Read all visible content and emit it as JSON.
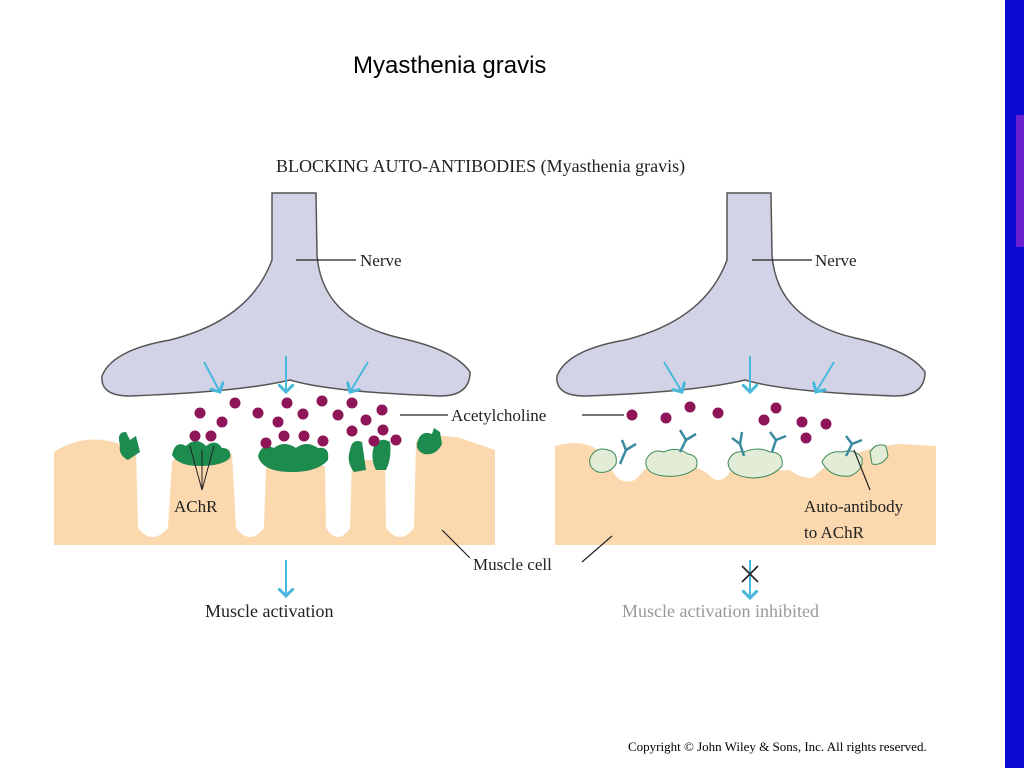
{
  "slide": {
    "title": "Myasthenia gravis",
    "copyright": "Copyright © John Wiley & Sons, Inc. All rights reserved."
  },
  "figure": {
    "heading": "BLOCKING AUTO-ANTIBODIES (Myasthenia gravis)",
    "left_panel": {
      "nerve_label": "Nerve",
      "receptor_label": "AChR",
      "outcome_label": "Muscle activation"
    },
    "right_panel": {
      "nerve_label": "Nerve",
      "antibody_label_line1": "Auto-antibody",
      "antibody_label_line2": "to AChR",
      "outcome_label": "Muscle activation inhibited"
    },
    "shared": {
      "acetylcholine_label": "Acetylcholine",
      "muscle_label": "Muscle cell"
    },
    "colors": {
      "nerve": "#d3d3e7",
      "muscle": "#fbd8ad",
      "receptor_active": "#1d8a4e",
      "receptor_blocked": "#e2ecd6",
      "acetylcholine": "#8e1658",
      "arrow": "#48b8dc",
      "slide_border": "#0a0ad0"
    }
  }
}
